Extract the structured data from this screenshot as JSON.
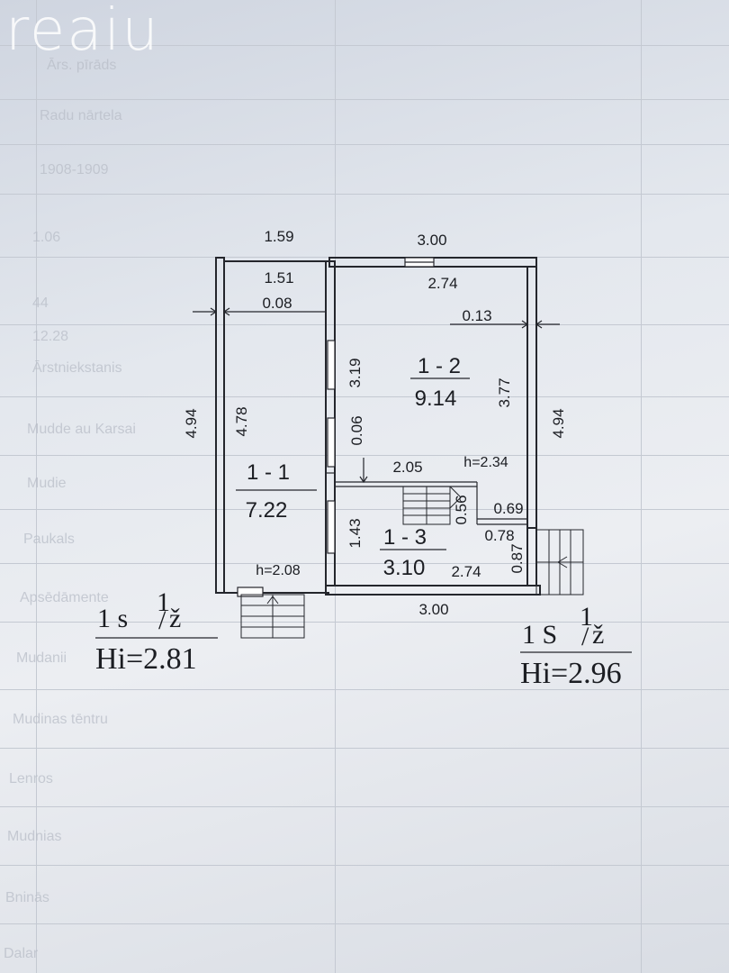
{
  "watermark": {
    "logo": "reaiu"
  },
  "background_form": {
    "rows": [
      "Ārs. pīrāds",
      "Radu nārtela",
      "1908-1909",
      "1.06",
      "44",
      "12.28",
      "Ārstniekstanis",
      "Mudde au Karsai",
      "Mudie",
      "Paukals",
      "Apsēdāmente",
      "Mudanii",
      "Mudinas tēntru",
      "Lenros",
      "Mudnias",
      "Bninās",
      "Dalar"
    ]
  },
  "plan": {
    "dimensions": {
      "top_left_outer": "1.59",
      "top_left_inner": "1.51",
      "left_wall_thickness": "0.08",
      "top_right_outer": "3.00",
      "top_right_inner": "2.74",
      "right_wall_thickness": "0.13",
      "left_outer_height": "4.94",
      "left_inner_height": "4.78",
      "right_outer_height": "4.94",
      "room2_height": "3.77",
      "partition_upper": "3.19",
      "partition_thickness": "0.06",
      "stair_width": "2.05",
      "partition_lower": "1.43",
      "step_height": "0.56",
      "step_width": "0.69",
      "step_depth": "0.78",
      "recess": "0.87",
      "room3_width": "2.74",
      "bottom_outer": "3.00"
    },
    "rooms": [
      {
        "id": "1 - 1",
        "area": "7.22",
        "height": "h=2.08"
      },
      {
        "id": "1 - 2",
        "area": "9.14",
        "height": "h=2.34"
      },
      {
        "id": "1 - 3",
        "area": "3.10",
        "height": ""
      }
    ],
    "legend_left": {
      "label": "1 s",
      "fraction_num": "1",
      "fraction_den": "ž",
      "hi": "Hi=2.81"
    },
    "legend_right": {
      "label": "1 S",
      "fraction_num": "1",
      "fraction_den": "ž",
      "hi": "Hi=2.96"
    }
  }
}
